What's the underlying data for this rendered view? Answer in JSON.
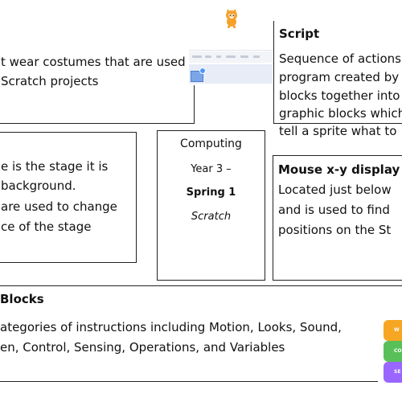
{
  "costumes": {
    "line1": "t wear costumes that are used",
    "line2": "Scratch projects"
  },
  "script": {
    "heading": "Script",
    "lines": [
      "Sequence of actions",
      "program created by",
      "blocks together into",
      "graphic blocks which",
      "tell a sprite what to"
    ]
  },
  "stage": {
    "lines": [
      "e is the stage it is",
      "background.",
      "are used to change",
      "ce of the stage"
    ]
  },
  "computing": {
    "subject": "Computing",
    "year": "Year 3 –",
    "term": "Spring 1",
    "topic": "Scratch"
  },
  "mouse": {
    "heading": "Mouse x-y display",
    "lines": [
      "Located just below",
      "and is used to find",
      "positions on the St"
    ]
  },
  "blocks": {
    "heading": "Blocks",
    "line1": "ategories of instructions including Motion, Looks, Sound,",
    "line2": "en, Control, Sensing, Operations, and Variables"
  },
  "block_graphics": [
    {
      "label": "W",
      "color": "#f7a623"
    },
    {
      "label": "CO",
      "color": "#59c059"
    },
    {
      "label": "SE",
      "color": "#9966ff"
    }
  ],
  "thumbnail": {
    "icon": "scratch-cat-icon",
    "sprite_icon": "sprite-tile-icon"
  }
}
